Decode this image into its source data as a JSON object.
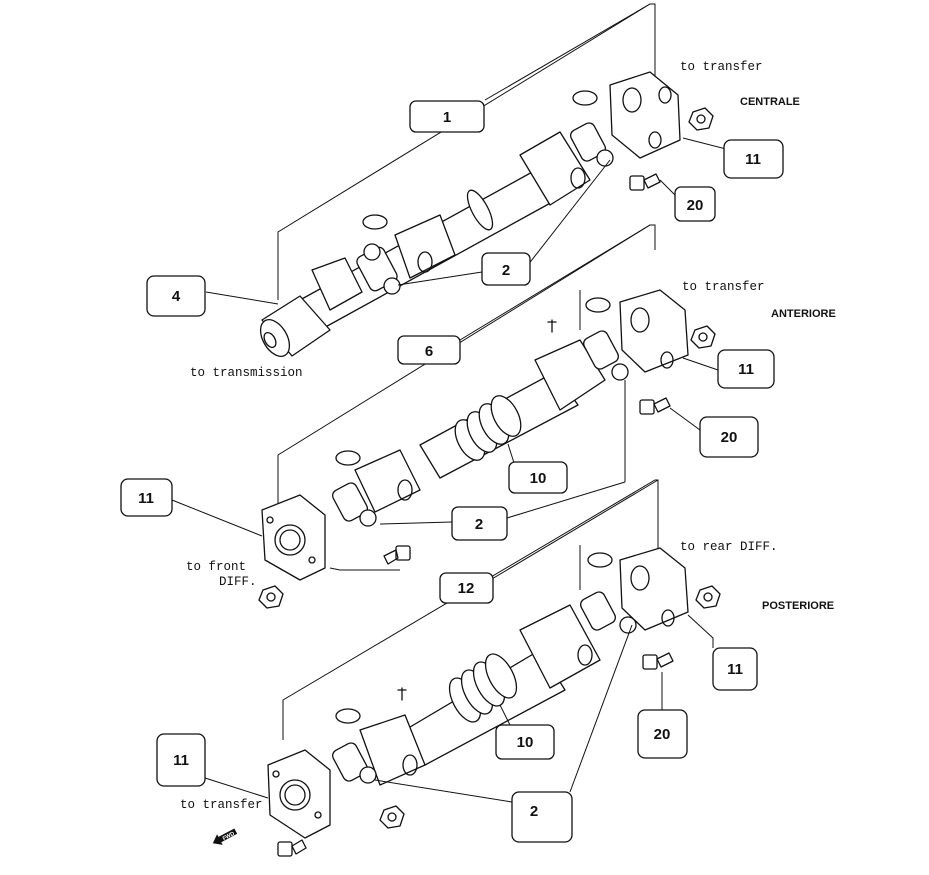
{
  "sections": {
    "centrale": "CENTRALE",
    "anteriore": "ANTERIORE",
    "posteriore": "POSTERIORE"
  },
  "labels": {
    "to_transfer_top": "to transfer",
    "to_transmission": "to transmission",
    "to_transfer_mid": "to transfer",
    "to_front_line1": "to front",
    "to_front_line2": "DIFF.",
    "to_rear_diff": "to rear DIFF.",
    "to_transfer_bottom": "to transfer",
    "fwd_arrow": "FWD"
  },
  "callouts": {
    "c1": "1",
    "c2_top": "2",
    "c4": "4",
    "c11_top": "11",
    "c20_top": "20",
    "c6": "6",
    "c11_mid_right": "11",
    "c20_mid": "20",
    "c10_mid": "10",
    "c11_mid_left": "11",
    "c2_mid": "2",
    "c12": "12",
    "c11_bot_right": "11",
    "c20_bot": "20",
    "c10_bot": "10",
    "c11_bot_left": "11",
    "c2_bot": "2"
  }
}
